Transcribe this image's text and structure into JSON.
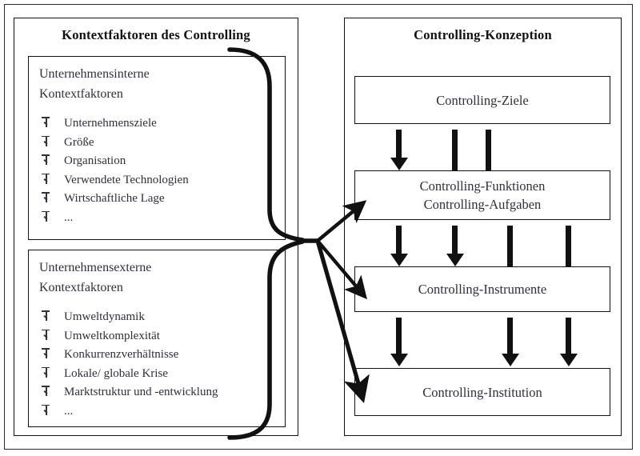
{
  "diagram": {
    "left_panel": {
      "title": "Kontextfaktoren des Controlling",
      "cards": [
        {
          "heading_line1": "Unternehmensinterne",
          "heading_line2": "Kontextfaktoren",
          "bullets": [
            "Unternehmensziele",
            "Größe",
            "Organisation",
            "Verwendete Technologien",
            "Wirtschaftliche Lage",
            "..."
          ]
        },
        {
          "heading_line1": "Unternehmensexterne",
          "heading_line2": "Kontextfaktoren",
          "bullets": [
            "Umweltdynamik",
            "Umweltkomplexität",
            "Konkurrenzverhältnisse",
            "Lokale/ globale Krise",
            "Marktstruktur und -entwicklung",
            "..."
          ]
        }
      ]
    },
    "right_panel": {
      "title": "Controlling-Konzeption",
      "boxes": [
        {
          "line1": "Controlling-Ziele",
          "line2": ""
        },
        {
          "line1": "Controlling-Funktionen",
          "line2": "Controlling-Aufgaben"
        },
        {
          "line1": "Controlling-Instrumente",
          "line2": ""
        },
        {
          "line1": "Controlling-Institution",
          "line2": ""
        }
      ]
    },
    "colors": {
      "stroke": "#111111",
      "text": "#2f2f3d",
      "shadow": "#8a8a8a",
      "background": "#ffffff"
    }
  }
}
